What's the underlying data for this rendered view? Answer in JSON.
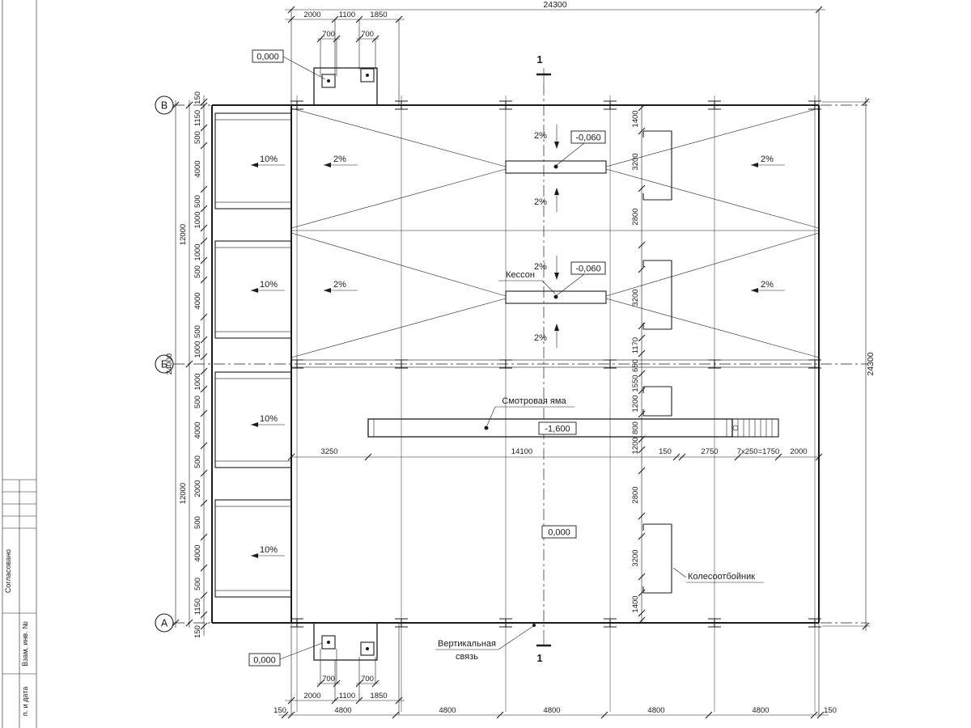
{
  "meta": {
    "ink": "#1b1b1b",
    "bg": "#ffffff"
  },
  "titleblock": {
    "rows": [
      "Согласовано",
      "Взам. инв. №",
      "п. и дата"
    ]
  },
  "axes": {
    "row_top": "В",
    "row_mid": "Б",
    "row_bottom": "А",
    "section": "1"
  },
  "elev": {
    "zero": "0,000",
    "minus060": "-0,060",
    "minus1600": "-1,600"
  },
  "labels": {
    "kesson": "Кессон",
    "pit": "Смотровая яма",
    "brace_line1": "Вертикальная",
    "brace_line2": "связь",
    "wheel_guard": "Колесоотбойник"
  },
  "slopes": {
    "two": "2%",
    "ten": "10%"
  },
  "dims": {
    "top_total": "24300",
    "right_total": "24300",
    "left_total": "24000",
    "left_half": [
      "12000",
      "12000"
    ],
    "top_annex": [
      "2000",
      "1100",
      "1850"
    ],
    "top_700": [
      "700",
      "700"
    ],
    "bottom_annex": [
      "2000",
      "1100",
      "1850"
    ],
    "bottom_700": [
      "700",
      "700"
    ],
    "bottom": [
      "150",
      "4800",
      "4800",
      "4800",
      "4800",
      "4800",
      "150"
    ],
    "left_chain": [
      "150",
      "1150",
      "500",
      "4000",
      "500",
      "1000",
      "1000",
      "500",
      "4000",
      "500",
      "1000",
      "1000",
      "500",
      "4000",
      "500",
      "2000",
      "500",
      "4000",
      "500",
      "1150",
      "150"
    ],
    "right_chain": [
      "1400",
      "3200",
      "2800",
      "3200",
      "1170",
      "650",
      "1550",
      "1200",
      "800",
      "1200",
      "2800",
      "3200",
      "1400"
    ],
    "pit_chain": [
      "3250",
      "14100",
      "150",
      "2750",
      "7х250=1750",
      "2000"
    ]
  }
}
